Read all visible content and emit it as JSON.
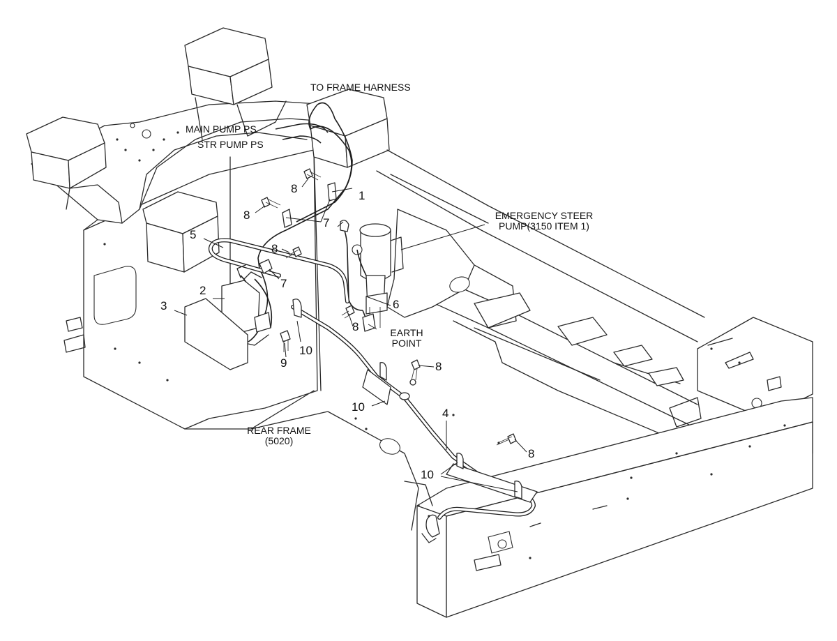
{
  "labels": {
    "to_frame_harness": "TO FRAME HARNESS",
    "main_pump_ps": "MAIN PUMP PS",
    "str_pump_ps": "STR PUMP PS",
    "emergency_steer_line1": "EMERGENCY STEER",
    "emergency_steer_line2": "PUMP(3150 ITEM 1)",
    "earth_point_line1": "EARTH",
    "earth_point_line2": "POINT",
    "rear_frame_line1": "REAR FRAME",
    "rear_frame_line2": "(5020)"
  },
  "callouts": {
    "item_1": "1",
    "item_2": "2",
    "item_3": "3",
    "item_4": "4",
    "item_5": "5",
    "item_6": "6",
    "item_7a": "7",
    "item_7b": "7",
    "item_8a": "8",
    "item_8b": "8",
    "item_8c": "8",
    "item_8d": "8",
    "item_8e": "8",
    "item_8f": "8",
    "item_9": "9",
    "item_10a": "10",
    "item_10b": "10",
    "item_10c": "10"
  }
}
